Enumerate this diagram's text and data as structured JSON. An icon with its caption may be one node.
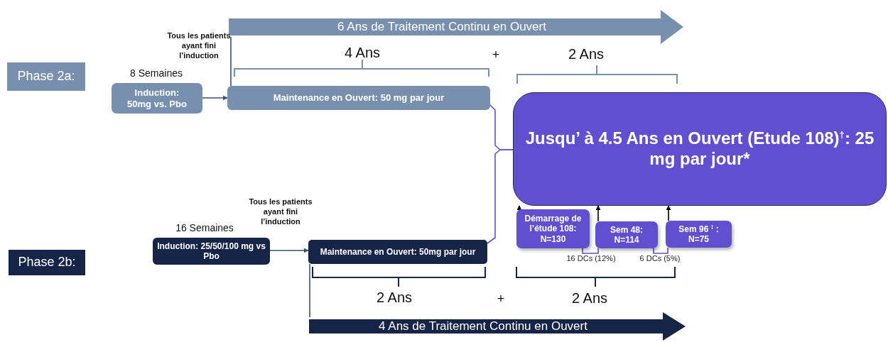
{
  "diagram": {
    "nodes": [
      {
        "text": [
          "Phase 2a:"
        ]
      },
      {
        "text": [
          "Induction: 50mg  vs. Pbo"
        ],
        "beside": [
          "8 Semaines"
        ]
      },
      {
        "text": [
          "Maintenance en Ouvert: 50 mg par jour"
        ]
      },
      {
        "text": [
          "6 Ans de Traitement Continu en Ouvert"
        ]
      },
      {
        "text": [
          "Phase 2b:"
        ]
      },
      {
        "text": [
          "Induction: 25/50/100 mg vs Pbo"
        ],
        "beside": [
          "16 Semaines"
        ]
      },
      {
        "text": [
          "Maintenance en Ouvert: 50mg par jour"
        ]
      },
      {
        "text": [
          "4 Ans de Traitement Continu en Ouvert"
        ]
      },
      {
        "text": [
          "Jusqu’ à 4.5 Ans en Ouvert (Etude 108)$^{†}$: 25 mg par jour*"
        ]
      },
      {
        "text": [
          "Démarrage de l’étude 108: N=130"
        ]
      },
      {
        "text": [
          "Sem 48: N=114"
        ]
      },
      {
        "text": [
          "Sem 96 $^{‡}$ : N=75"
        ]
      }
    ],
    "edges": [
      {
        "from": 1,
        "to": 2,
        "arrow": "to"
      },
      {
        "from": 5,
        "to": 6,
        "arrow": "to"
      },
      {
        "from": 3,
        "to": 2,
        "arrow": "none"
      },
      {
        "from": 6,
        "to": 7,
        "arrow": "none"
      },
      {
        "from": 2,
        "to": 8,
        "arrow": "none",
        "color": "#614fcf"
      },
      {
        "from": 6,
        "to": 8,
        "arrow": "none",
        "color": "#614fcf"
      },
      {
        "from": 9,
        "to": 8,
        "arrow": "to",
        "color": "#000000"
      },
      {
        "from": 10,
        "to": 8,
        "arrow": "to",
        "color": "#000000"
      },
      {
        "from": 11,
        "to": 8,
        "arrow": "to",
        "color": "#000000"
      },
      {
        "from": 9,
        "to": 10,
        "arrow": "none",
        "label": "16 DCs (12%)",
        "color": "#614fcf"
      },
      {
        "from": 10,
        "to": 11,
        "arrow": "none",
        "label": "6 DCs (5%)",
        "color": "#614fcf"
      }
    ],
    "labels": [
      "Tous les patients ayant fini l’induction",
      "4 Ans",
      "+",
      "2 Ans",
      "Tous les patients ayant fini l’induction",
      "2 Ans",
      "+",
      "2 Ans"
    ]
  }
}
